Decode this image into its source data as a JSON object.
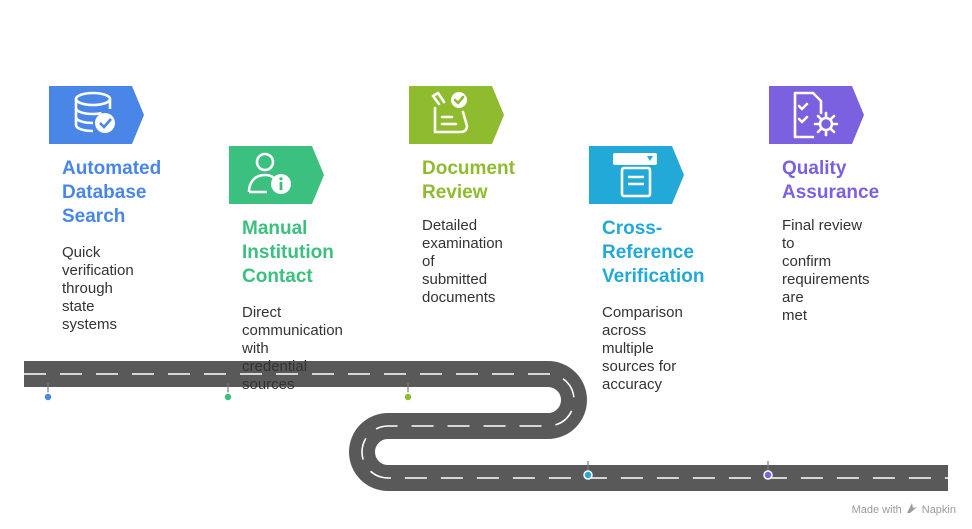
{
  "steps": [
    {
      "title": "Automated\nDatabase\nSearch",
      "desc": "Quick verification\nthrough state\nsystems",
      "color": "#4a86e8",
      "icon": "database-check-icon"
    },
    {
      "title": "Manual\nInstitution\nContact",
      "desc": "Direct\ncommunication with\ncredential sources",
      "color": "#3cc07f",
      "icon": "person-info-icon"
    },
    {
      "title": "Document\nReview",
      "desc": "Detailed\nexamination of\nsubmitted\ndocuments",
      "color": "#8fbc2f",
      "icon": "document-review-icon"
    },
    {
      "title": "Cross-\nReference\nVerification",
      "desc": "Comparison across\nmultiple sources for\naccuracy",
      "color": "#22a9d8",
      "icon": "cross-reference-document-icon"
    },
    {
      "title": "Quality\nAssurance",
      "desc": "Final review to\nconfirm\nrequirements are\nmet",
      "color": "#7b61e0",
      "icon": "checklist-gear-icon"
    }
  ],
  "footer": {
    "label": "Made with",
    "brand": "Napkin",
    "icon": "napkin-logo-icon"
  }
}
